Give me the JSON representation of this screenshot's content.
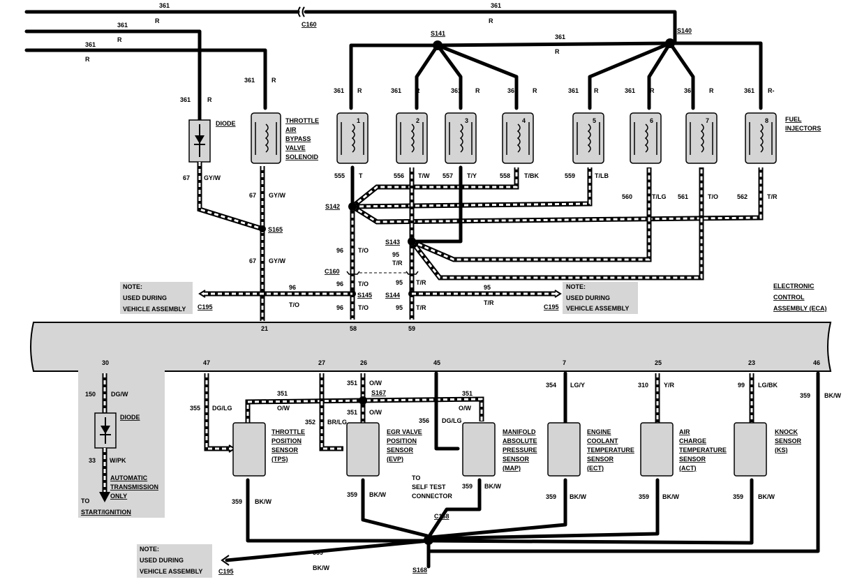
{
  "top_wires": [
    {
      "circuit": "361",
      "color": "R"
    },
    {
      "circuit": "361",
      "color": "R"
    },
    {
      "circuit": "361",
      "color": "R"
    }
  ],
  "connectors": {
    "c160_top": "C160",
    "c160_mid": "C160",
    "c195_left": "C195",
    "c195_right": "C195",
    "c195_bottom": "C195",
    "c168": "C168"
  },
  "splices": {
    "s141": "S141",
    "s140": "S140",
    "s142": "S142",
    "s143": "S143",
    "s144": "S144",
    "s145": "S145",
    "s165": "S165",
    "s167": "S167",
    "s168": "S168"
  },
  "feed": {
    "circuit": "361",
    "color": "R",
    "color_last": "R-"
  },
  "components": {
    "diode_top": "DIODE",
    "tab": [
      "THROTTLE",
      "AIR",
      "BYPASS",
      "VALVE",
      "SOLENOID"
    ],
    "fuel_injectors": [
      "FUEL",
      "INJECTORS"
    ],
    "eca": [
      "ELECTRONIC",
      "CONTROL",
      "ASSEMBLY (ECA)"
    ],
    "diode_bottom": "DIODE",
    "tps": [
      "THROTTLE",
      "POSITION",
      "SENSOR",
      "(TPS)"
    ],
    "evp": [
      "EGR VALVE",
      "POSITION",
      "SENSOR",
      "(EVP)"
    ],
    "map": [
      "MANIFOLD",
      "ABSOLUTE",
      "PRESSURE",
      "SENSOR",
      "(MAP)"
    ],
    "ect": [
      "ENGINE",
      "COOLANT",
      "TEMPERATURE",
      "SENSOR",
      "(ECT)"
    ],
    "act": [
      "AIR",
      "CHARGE",
      "TEMPERATURE",
      "SENSOR",
      "(ACT)"
    ],
    "ks": [
      "KNOCK",
      "SENSOR",
      "(KS)"
    ],
    "self_test": [
      "TO",
      "SELF TEST",
      "CONNECTOR"
    ],
    "start_ign": [
      "TO",
      "START/IGNITION"
    ],
    "auto_trans": [
      "AUTOMATIC",
      "TRANSMISSION",
      "ONLY"
    ]
  },
  "notes": {
    "left": [
      "NOTE:",
      "USED DURING",
      "VEHICLE ASSEMBLY"
    ],
    "right": [
      "NOTE:",
      "USED DURING",
      "VEHICLE ASSEMBLY"
    ],
    "bottom": [
      "NOTE:",
      "USED DURING",
      "VEHICLE ASSEMBLY"
    ]
  },
  "injectors": [
    {
      "num": "1",
      "circuit": "555",
      "color": "T"
    },
    {
      "num": "2",
      "circuit": "556",
      "color": "T/W"
    },
    {
      "num": "3",
      "circuit": "557",
      "color": "T/Y"
    },
    {
      "num": "4",
      "circuit": "558",
      "color": "T/BK"
    },
    {
      "num": "5",
      "circuit": "559",
      "color": "T/LB"
    },
    {
      "num": "6",
      "circuit": "560",
      "color": "T/LG"
    },
    {
      "num": "7",
      "circuit": "561",
      "color": "T/O"
    },
    {
      "num": "8",
      "circuit": "562",
      "color": "T/R"
    }
  ],
  "wires": {
    "w67": "67",
    "gyw": "GY/W",
    "w96": "96",
    "to": "T/O",
    "w95": "95",
    "tr": "T/R",
    "w150": "150",
    "dgw": "DG/W",
    "w33": "33",
    "wpk": "W/PK",
    "w355": "355",
    "dglg": "DG/LG",
    "w351": "351",
    "ow": "O/W",
    "w352": "352",
    "brlg": "BR/LG",
    "w356": "356",
    "w354": "354",
    "lgy": "LG/Y",
    "w310": "310",
    "yr": "Y/R",
    "w99": "99",
    "lgbk": "LG/BK",
    "w359": "359",
    "bkw": "BK/W"
  },
  "eca_pins": {
    "p21": "21",
    "p58": "58",
    "p59": "59",
    "p30": "30",
    "p47": "47",
    "p27": "27",
    "p26": "26",
    "p45": "45",
    "p7": "7",
    "p25": "25",
    "p23": "23",
    "p46": "46"
  }
}
